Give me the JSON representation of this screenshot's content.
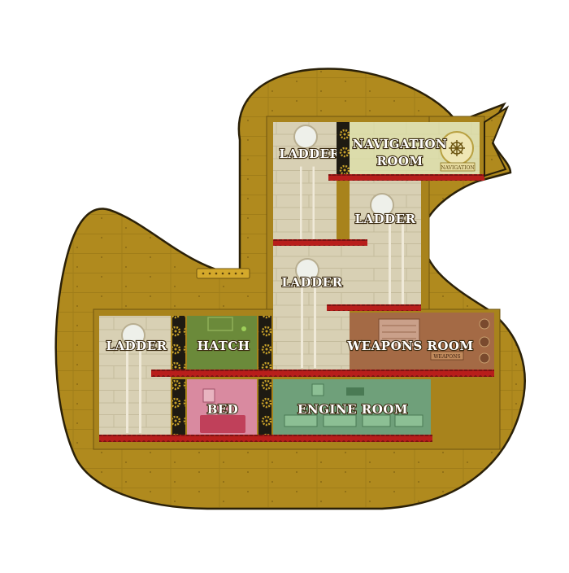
{
  "game": {
    "ship": "rubber-duck-submarine",
    "colors": {
      "hull": "#b08a1e",
      "hull_dark": "#6e5410",
      "floor": "#c0221f",
      "wall_stone": "#d8d0b4",
      "navigation": "#dde0a8",
      "hatch": "#6b8a3a",
      "bed": "#d98aa0",
      "engine": "#6fa07a",
      "weapons": "#a46a45"
    },
    "rooms": [
      {
        "id": "ladder-top",
        "label": "LADDER",
        "label2": ""
      },
      {
        "id": "navigation",
        "label": "NAVIGATION",
        "label2": "ROOM",
        "sign": "NAVIGATION"
      },
      {
        "id": "ladder-right",
        "label": "LADDER",
        "label2": ""
      },
      {
        "id": "ladder-middle",
        "label": "LADDER",
        "label2": ""
      },
      {
        "id": "ladder-left",
        "label": "LADDER",
        "label2": ""
      },
      {
        "id": "hatch",
        "label": "HATCH",
        "label2": ""
      },
      {
        "id": "weapons",
        "label": "WEAPONS ROOM",
        "label2": "",
        "sign": "WEAPONS"
      },
      {
        "id": "bed",
        "label": "BED",
        "label2": ""
      },
      {
        "id": "engine",
        "label": "ENGINE ROOM",
        "label2": ""
      }
    ]
  }
}
